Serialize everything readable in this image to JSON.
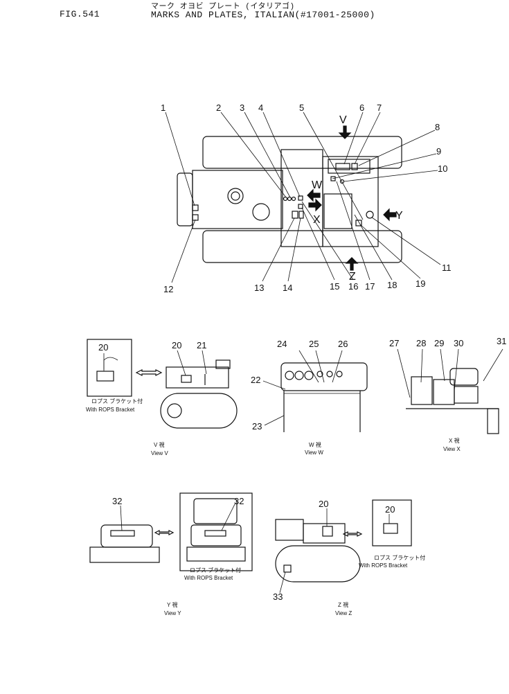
{
  "header": {
    "fig": "FIG.541",
    "title_jp": "マーク オヨビ プレート (イタリアゴ)",
    "title_en": "MARKS AND PLATES, ITALIAN(#17001-25000)"
  },
  "main_view": {
    "callouts": [
      "1",
      "2",
      "3",
      "4",
      "5",
      "6",
      "7",
      "8",
      "9",
      "10",
      "11",
      "12",
      "13",
      "14",
      "15",
      "16",
      "17",
      "18",
      "19"
    ],
    "view_letters": [
      "V",
      "W",
      "X",
      "Y",
      "Z"
    ]
  },
  "views": {
    "v": {
      "callouts": [
        "20",
        "21"
      ],
      "bracket_jp": "ロプス ブラケット付",
      "bracket_en": "With ROPS Bracket",
      "caption_jp": "V 視",
      "caption_en": "View V"
    },
    "w": {
      "callouts": [
        "22",
        "23",
        "24",
        "25",
        "26"
      ],
      "caption_jp": "W 視",
      "caption_en": "View W"
    },
    "x": {
      "callouts": [
        "27",
        "28",
        "29",
        "30",
        "31"
      ],
      "caption_jp": "X 視",
      "caption_en": "View X"
    },
    "y": {
      "callouts": [
        "32",
        "32"
      ],
      "bracket_jp": "ロプス ブラケット付",
      "bracket_en": "With ROPS Bracket",
      "caption_jp": "Y 視",
      "caption_en": "View Y"
    },
    "z": {
      "callouts": [
        "20",
        "20",
        "33"
      ],
      "bracket_jp": "ロプス ブラケット付",
      "bracket_en": "With ROPS Bracket",
      "caption_jp": "Z 視",
      "caption_en": "View Z"
    }
  }
}
